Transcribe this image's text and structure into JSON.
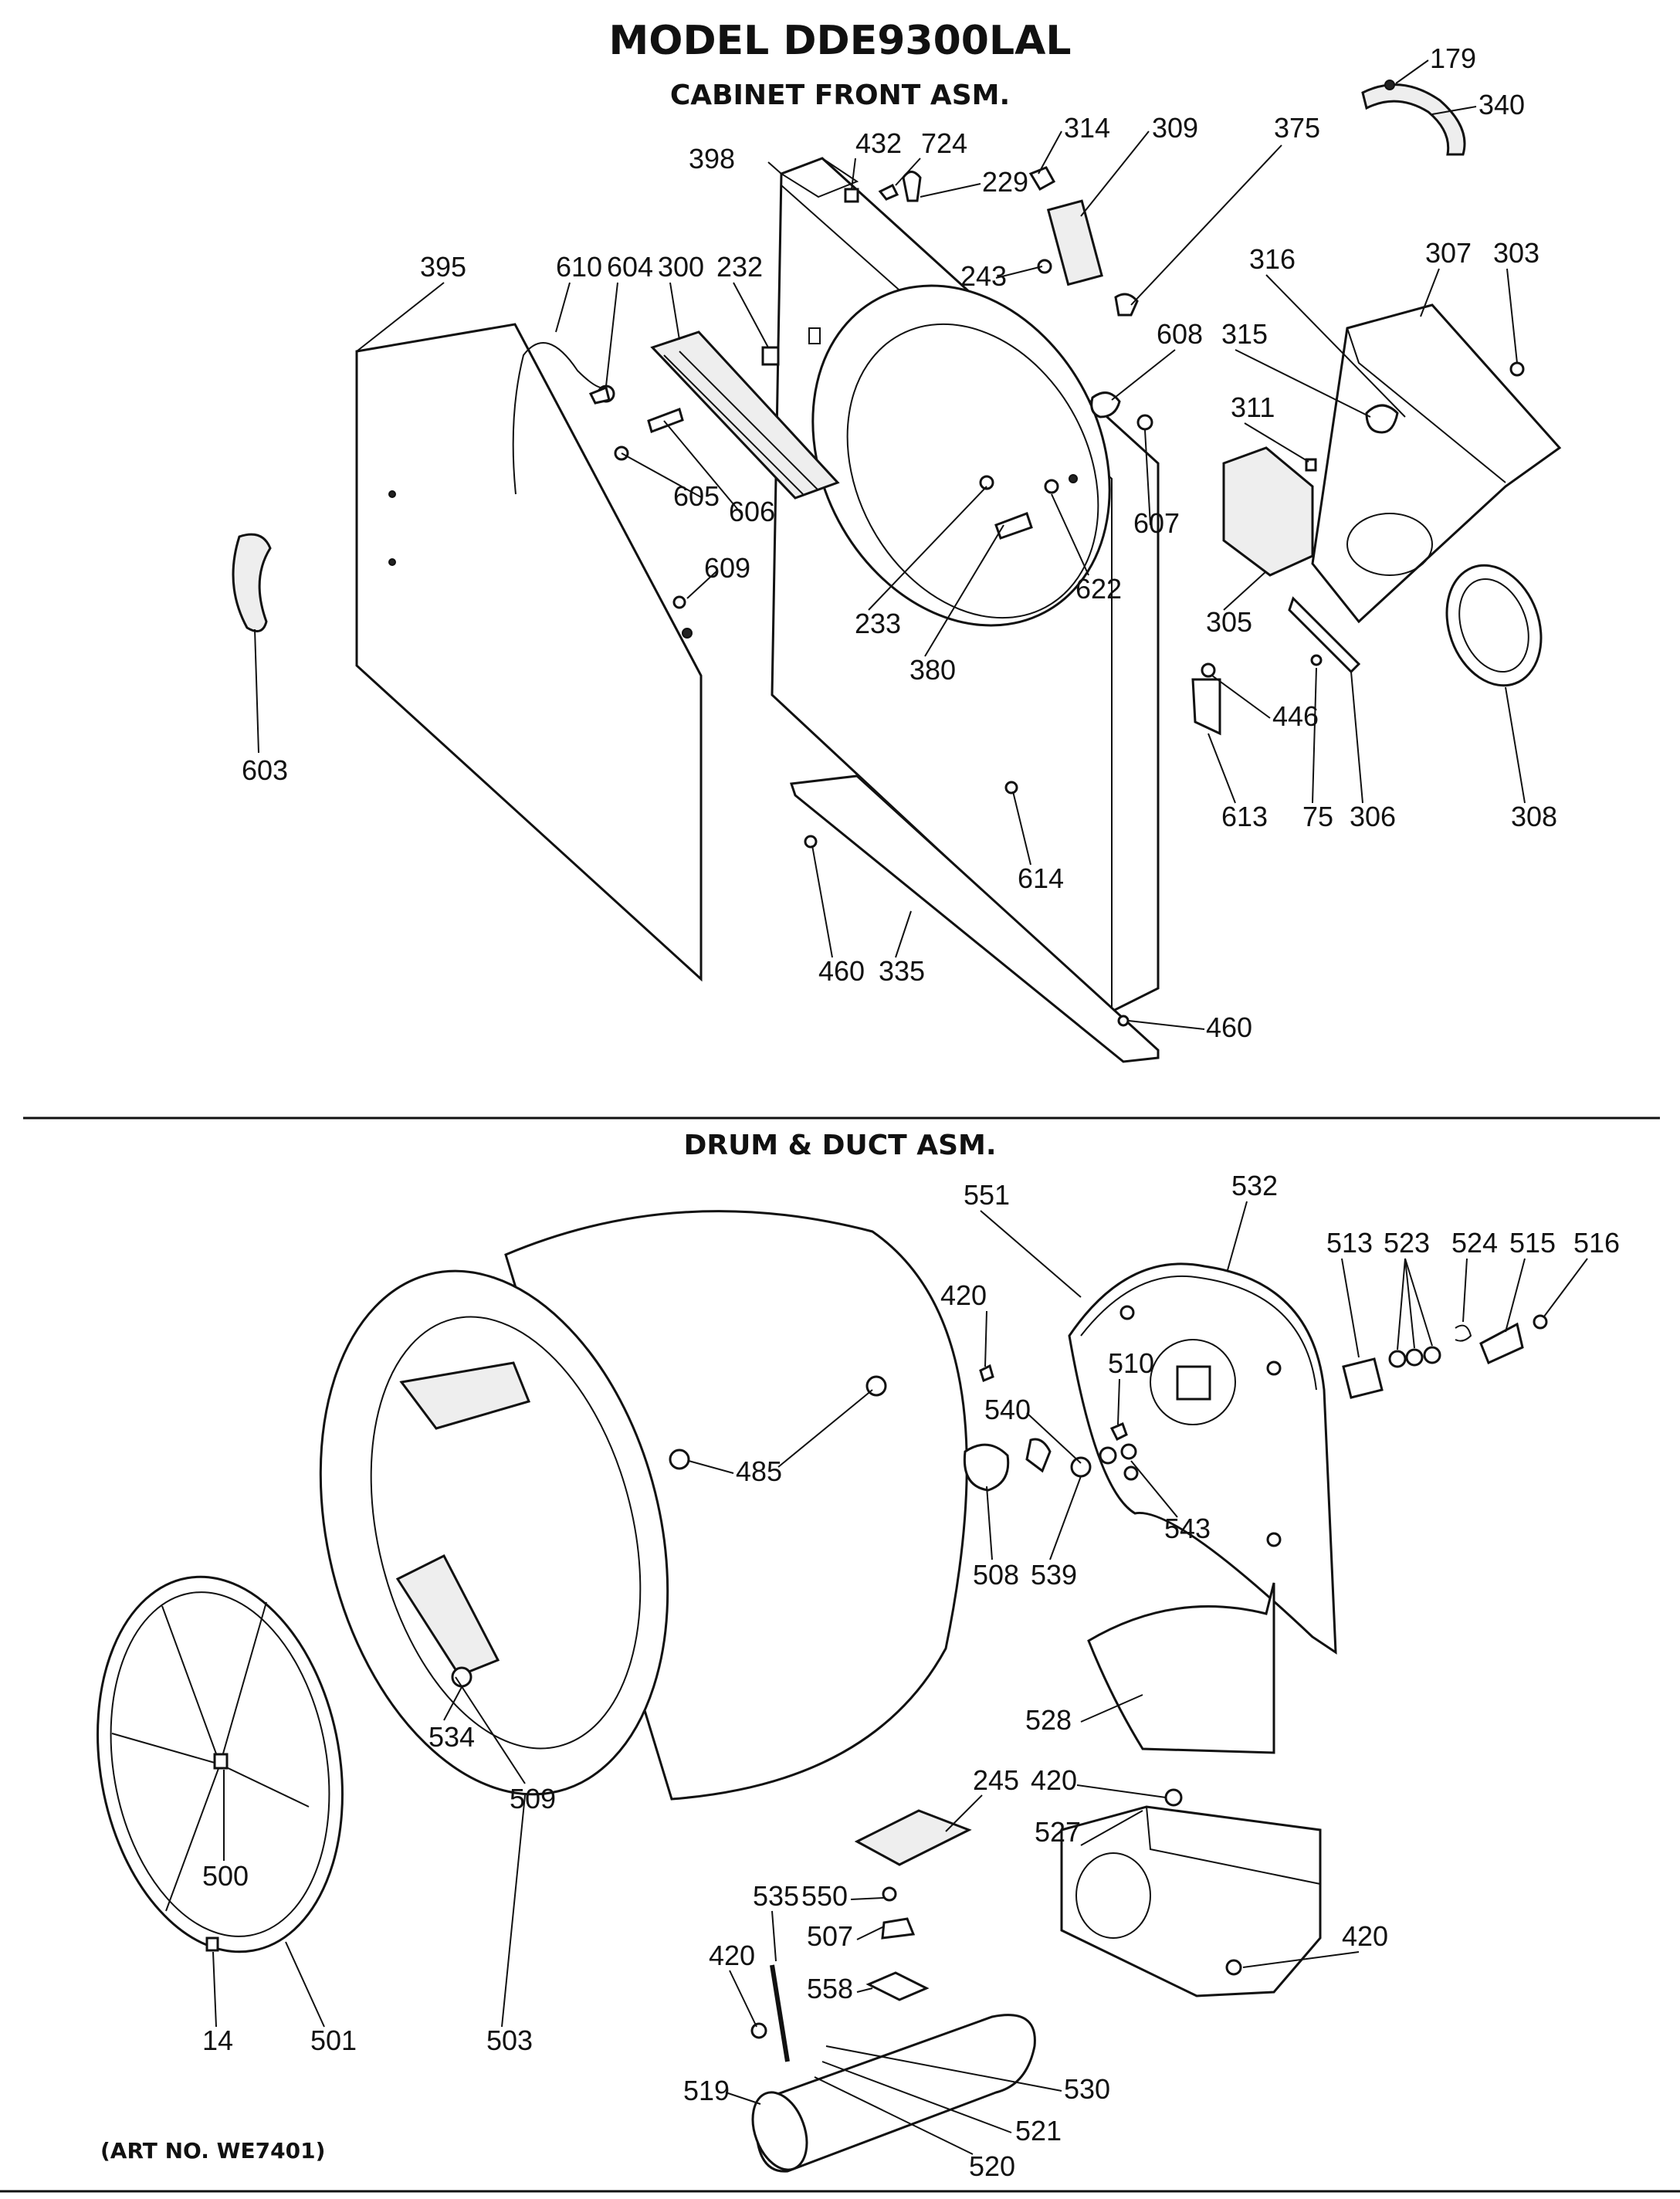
{
  "header": {
    "model_title": "MODEL DDE9300LAL",
    "section1_title": "CABINET FRONT ASM.",
    "section2_title": "DRUM & DUCT ASM.",
    "art_number": "(ART NO. WE7401)"
  },
  "callouts": {
    "c179": "179",
    "c340": "340",
    "c314": "314",
    "c309": "309",
    "c375": "375",
    "c432": "432",
    "c724": "724",
    "c398": "398",
    "c229": "229",
    "c243": "243",
    "c395": "395",
    "c610": "610",
    "c604": "604",
    "c300": "300",
    "c232": "232",
    "c316": "316",
    "c307": "307",
    "c303": "303",
    "c608": "608",
    "c315": "315",
    "c311": "311",
    "c605": "605",
    "c606": "606",
    "c607": "607",
    "c609": "609",
    "c233": "233",
    "c622": "622",
    "c380": "380",
    "c305": "305",
    "c603": "603",
    "c446": "446",
    "c613": "613",
    "c75": "75",
    "c306": "306",
    "c308": "308",
    "c614": "614",
    "c460a": "460",
    "c335": "335",
    "c460b": "460",
    "c551": "551",
    "c532": "532",
    "c513": "513",
    "c523": "523",
    "c524": "524",
    "c515": "515",
    "c516": "516",
    "c420a": "420",
    "c510": "510",
    "c540": "540",
    "c485": "485",
    "c543": "543",
    "c508": "508",
    "c539": "539",
    "c528": "528",
    "c534": "534",
    "c509": "509",
    "c245": "245",
    "c420b": "420",
    "c527": "527",
    "c500": "500",
    "c535": "535",
    "c550": "550",
    "c507": "507",
    "c420c": "420",
    "c420d": "420",
    "c558": "558",
    "c14": "14",
    "c501": "501",
    "c503": "503",
    "c530": "530",
    "c519": "519",
    "c521": "521",
    "c520": "520"
  }
}
